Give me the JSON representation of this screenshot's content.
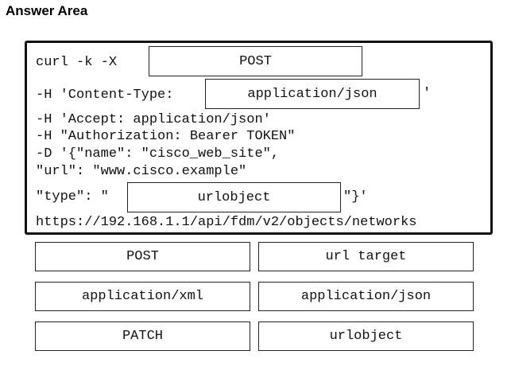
{
  "header": {
    "title": "Answer Area"
  },
  "code": {
    "line1_prefix": "curl -k -X",
    "line2_prefix": "-H 'Content-Type:",
    "line2_suffix": "'",
    "line3": "-H 'Accept: application/json'",
    "line4": "-H \"Authorization: Bearer TOKEN\"",
    "line5": "-D '{\"name\": \"cisco_web_site\",",
    "line6": "\"url\": \"www.cisco.example\"",
    "line7_prefix": "\"type\": \"",
    "line7_suffix": "\"}'",
    "line8": "https://192.168.1.1/api/fdm/v2/objects/networks"
  },
  "drop_targets": {
    "method": "POST",
    "content_type": "application/json",
    "type": "urlobject"
  },
  "options": [
    {
      "label": "POST"
    },
    {
      "label": "url target"
    },
    {
      "label": "application/xml"
    },
    {
      "label": "application/json"
    },
    {
      "label": "PATCH"
    },
    {
      "label": "urlobject"
    }
  ]
}
